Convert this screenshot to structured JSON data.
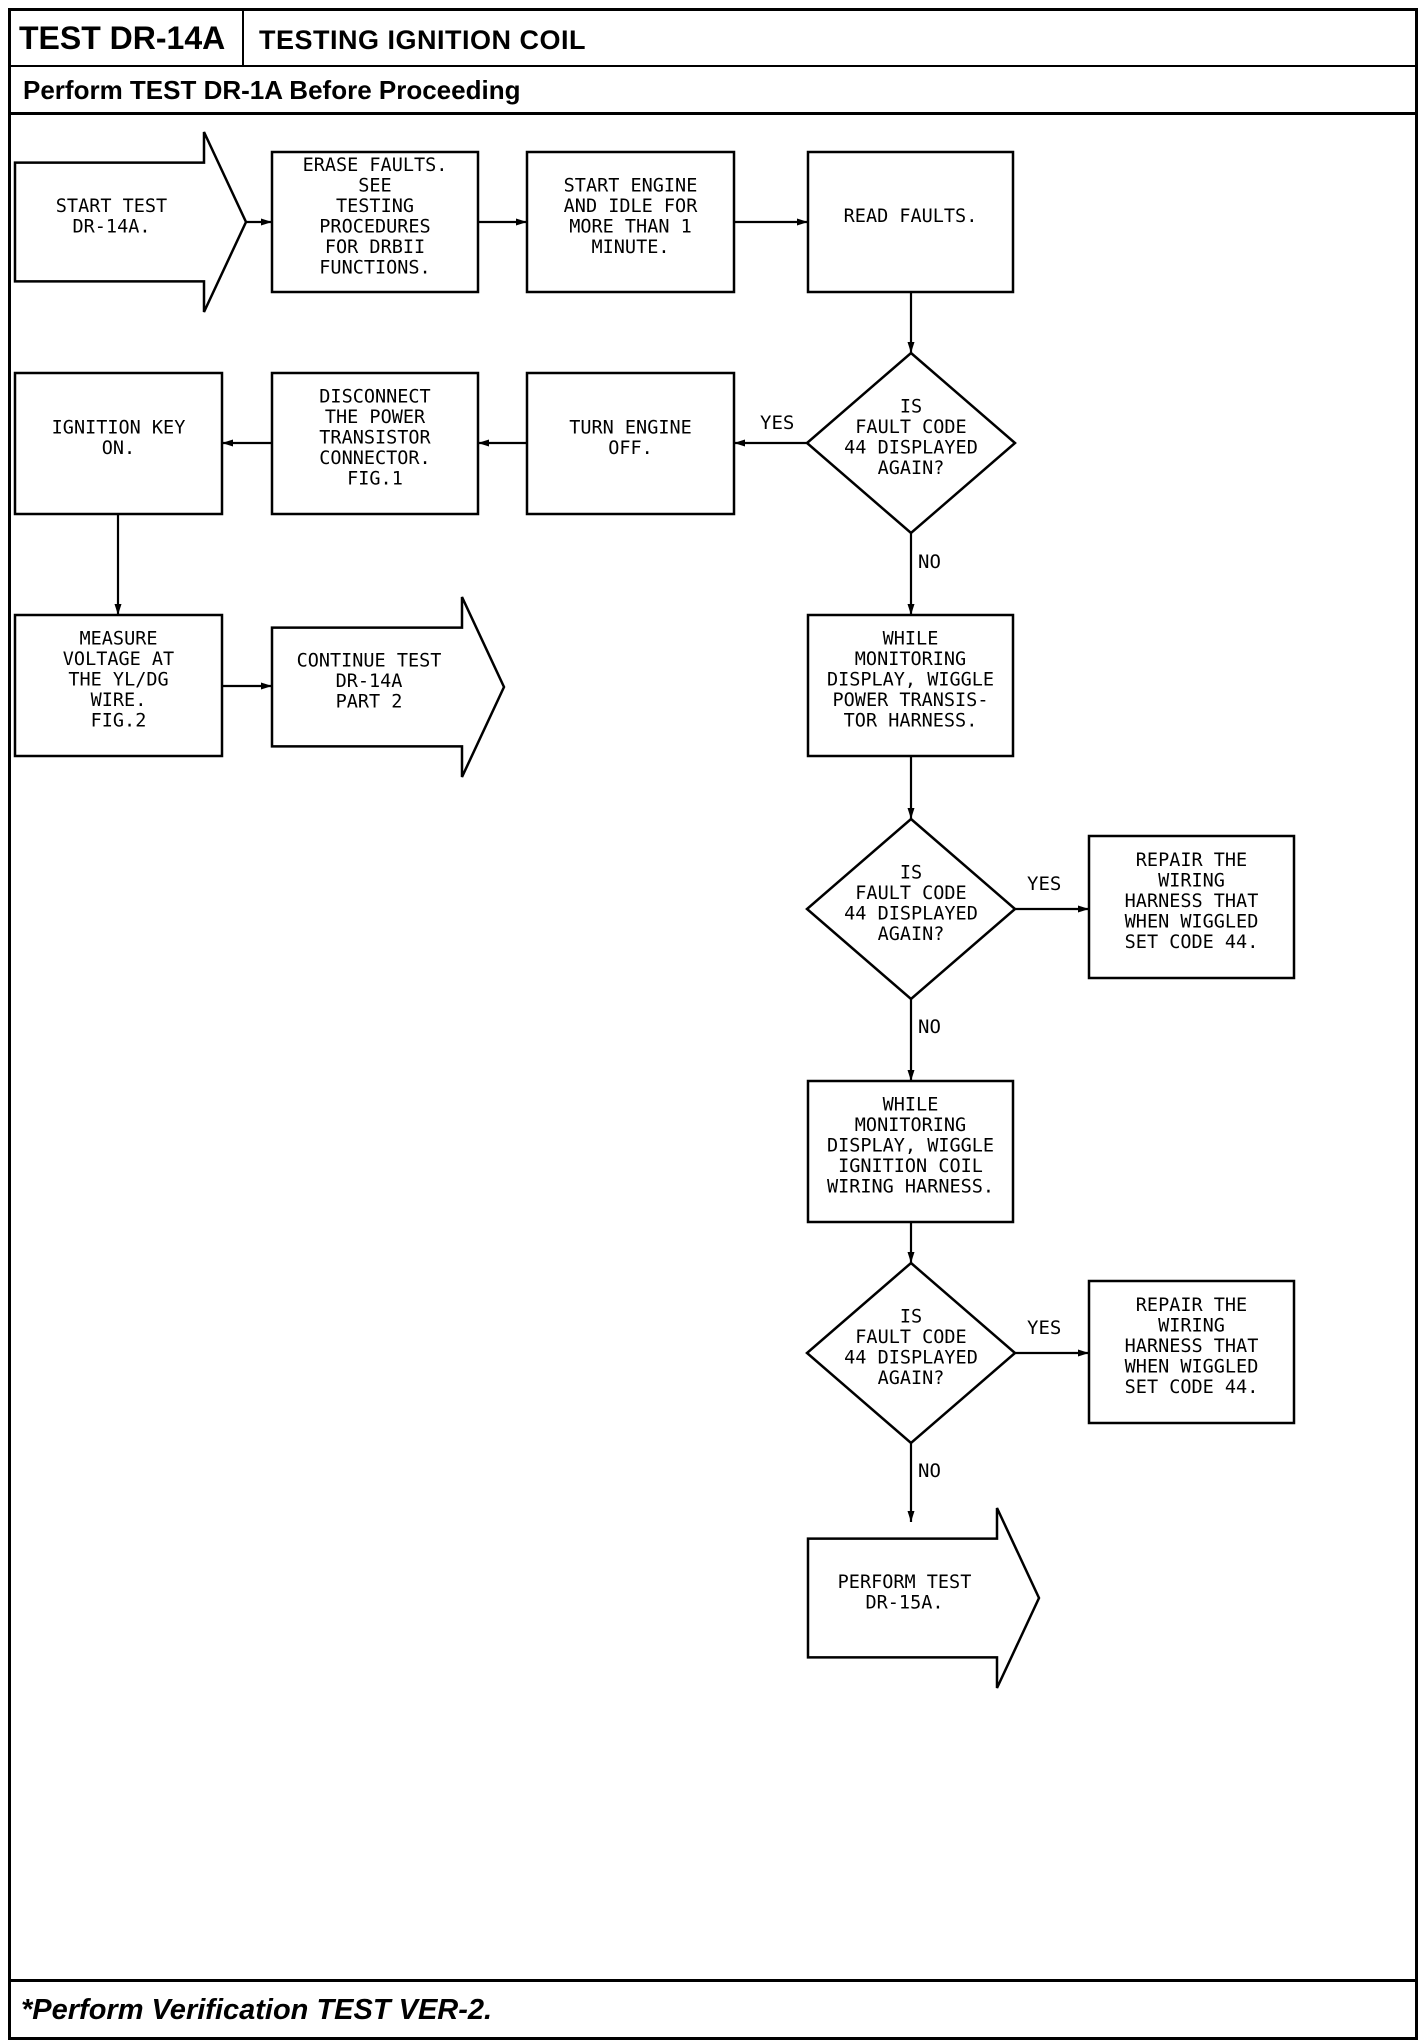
{
  "header": {
    "test_id": "TEST DR-14A",
    "test_title": "TESTING IGNITION COIL",
    "prerequisite": "Perform TEST DR-1A Before Proceeding"
  },
  "footer": {
    "note": "*Perform Verification TEST VER-2."
  },
  "flowchart": {
    "nodes": {
      "start": {
        "shape": "arrow",
        "lines": [
          "START TEST",
          "DR-14A."
        ]
      },
      "erase": {
        "shape": "box",
        "lines": [
          "ERASE FAULTS.",
          "SEE",
          "TESTING",
          "PROCEDURES",
          "FOR DRBII",
          "FUNCTIONS."
        ]
      },
      "start_engine": {
        "shape": "box",
        "lines": [
          "START ENGINE",
          "AND IDLE FOR",
          "MORE THAN 1",
          "MINUTE."
        ]
      },
      "read_faults": {
        "shape": "box",
        "lines": [
          "READ FAULTS."
        ]
      },
      "decision1": {
        "shape": "diamond",
        "lines": [
          "IS",
          "FAULT CODE",
          "44 DISPLAYED",
          "AGAIN?"
        ]
      },
      "turn_off": {
        "shape": "box",
        "lines": [
          "TURN ENGINE",
          "OFF."
        ]
      },
      "disconnect": {
        "shape": "box",
        "lines": [
          "DISCONNECT",
          "THE POWER",
          "TRANSISTOR",
          "CONNECTOR.",
          "FIG.1"
        ]
      },
      "key_on": {
        "shape": "box",
        "lines": [
          "IGNITION KEY",
          "ON."
        ]
      },
      "measure": {
        "shape": "box",
        "lines": [
          "MEASURE",
          "VOLTAGE AT",
          "THE YL/DG",
          "WIRE.",
          "FIG.2"
        ]
      },
      "continue": {
        "shape": "arrow",
        "lines": [
          "CONTINUE TEST",
          "DR-14A",
          "PART 2"
        ]
      },
      "wiggle1": {
        "shape": "box",
        "lines": [
          "WHILE",
          "MONITORING",
          "DISPLAY, WIGGLE",
          "POWER TRANSIS-",
          "TOR HARNESS."
        ]
      },
      "decision2": {
        "shape": "diamond",
        "lines": [
          "IS",
          "FAULT CODE",
          "44 DISPLAYED",
          "AGAIN?"
        ]
      },
      "repair1": {
        "shape": "box",
        "lines": [
          "REPAIR THE",
          "WIRING",
          "HARNESS THAT",
          "WHEN WIGGLED",
          "SET CODE 44."
        ]
      },
      "wiggle2": {
        "shape": "box",
        "lines": [
          "WHILE",
          "MONITORING",
          "DISPLAY, WIGGLE",
          "IGNITION COIL",
          "WIRING HARNESS."
        ]
      },
      "decision3": {
        "shape": "diamond",
        "lines": [
          "IS",
          "FAULT CODE",
          "44 DISPLAYED",
          "AGAIN?"
        ]
      },
      "repair2": {
        "shape": "box",
        "lines": [
          "REPAIR THE",
          "WIRING",
          "HARNESS THAT",
          "WHEN WIGGLED",
          "SET CODE 44."
        ]
      },
      "perform_15a": {
        "shape": "arrow",
        "lines": [
          "PERFORM TEST",
          "DR-15A."
        ]
      }
    },
    "edges": [
      {
        "from": "start",
        "to": "erase",
        "label": ""
      },
      {
        "from": "erase",
        "to": "start_engine",
        "label": ""
      },
      {
        "from": "start_engine",
        "to": "read_faults",
        "label": ""
      },
      {
        "from": "read_faults",
        "to": "decision1",
        "label": ""
      },
      {
        "from": "decision1",
        "to": "turn_off",
        "label": "YES"
      },
      {
        "from": "turn_off",
        "to": "disconnect",
        "label": ""
      },
      {
        "from": "disconnect",
        "to": "key_on",
        "label": ""
      },
      {
        "from": "key_on",
        "to": "measure",
        "label": ""
      },
      {
        "from": "measure",
        "to": "continue",
        "label": ""
      },
      {
        "from": "decision1",
        "to": "wiggle1",
        "label": "NO"
      },
      {
        "from": "wiggle1",
        "to": "decision2",
        "label": ""
      },
      {
        "from": "decision2",
        "to": "repair1",
        "label": "YES"
      },
      {
        "from": "decision2",
        "to": "wiggle2",
        "label": "NO"
      },
      {
        "from": "wiggle2",
        "to": "decision3",
        "label": ""
      },
      {
        "from": "decision3",
        "to": "repair2",
        "label": "YES"
      },
      {
        "from": "decision3",
        "to": "perform_15a",
        "label": "NO"
      }
    ]
  }
}
